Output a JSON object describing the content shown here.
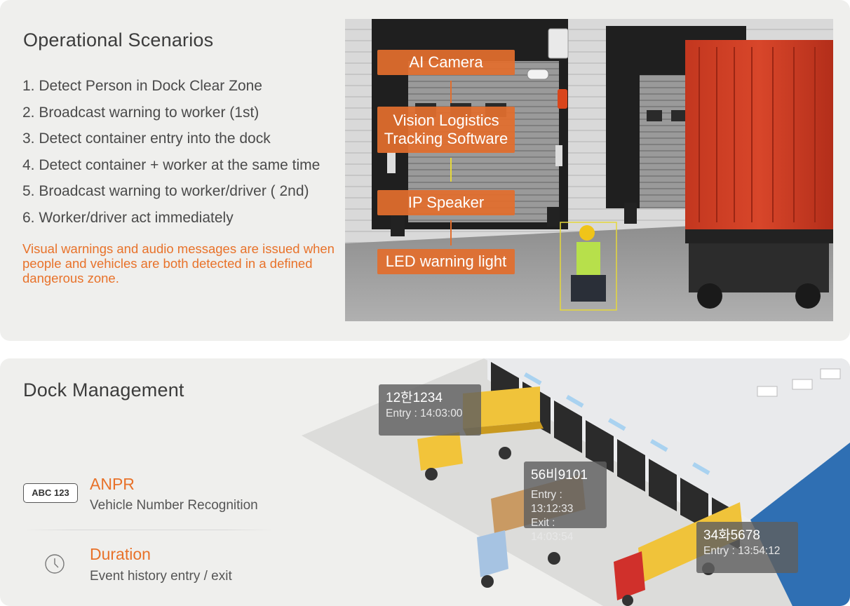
{
  "operational": {
    "title": "Operational Scenarios",
    "scenarios": [
      "1. Detect Person in Dock Clear Zone",
      "2. Broadcast warning to worker (1st)",
      "3. Detect container entry into the dock",
      "4. Detect container + worker at the same time",
      "5. Broadcast warning to worker/driver ( 2nd)",
      "6. Worker/driver act immediately"
    ],
    "note": "Visual warnings and audio messages are issued when people and vehicles are both detected in a defined dangerous zone.",
    "flow": {
      "camera": "AI Camera",
      "software_line1": "Vision Logistics",
      "software_line2": "Tracking Software",
      "speaker": "IP Speaker",
      "light": "LED warning light"
    }
  },
  "dock_management": {
    "title": "Dock Management",
    "anpr": {
      "icon_text": "ABC 123",
      "title": "ANPR",
      "desc": "Vehicle Number Recognition"
    },
    "duration": {
      "title": "Duration",
      "desc": "Event history entry / exit"
    },
    "vehicles": [
      {
        "plate": "12한1234",
        "entry": "Entry : 14:03:00"
      },
      {
        "plate": "56비9101",
        "entry": "Entry : 13:12:33",
        "exit": "Exit : 14:03:54"
      },
      {
        "plate": "34화5678",
        "entry": "Entry : 13:54:12"
      }
    ]
  },
  "colors": {
    "accent": "#e8722a",
    "panel": "#efefed",
    "text": "#3a3a3a"
  }
}
